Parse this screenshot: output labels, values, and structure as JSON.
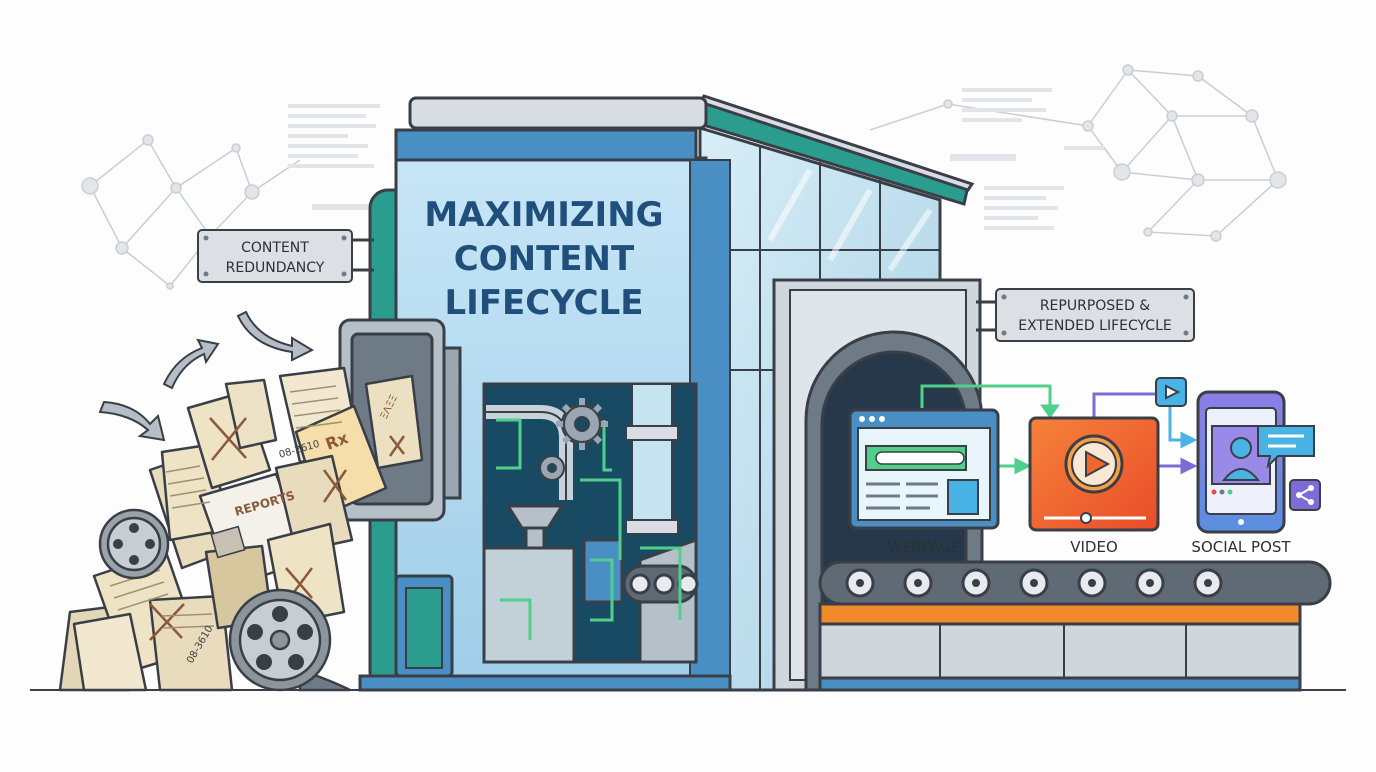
{
  "machine": {
    "title_lines": [
      "MAXIMIZING",
      "CONTENT",
      "LIFECYCLE"
    ]
  },
  "signs": {
    "input_lines": [
      "CONTENT",
      "REDUNDANCY"
    ],
    "output_lines": [
      "REPURPOSED &",
      "EXTENDED LIFECYCLE"
    ]
  },
  "outputs": {
    "webpage_label": "WEBPAGE",
    "video_label": "VIDEO",
    "social_label": "SOCIAL POST"
  },
  "documents": {
    "reports_label": "REPORTS",
    "rx_label": "Rx",
    "stamp_a": "08-2610",
    "stamp_b": "08-3610",
    "stamp_c": "ΞΛΞΞ"
  },
  "colors": {
    "outline": "#3a3f47",
    "machine_blue": "#b9def2",
    "machine_panel": "#4a8fc4",
    "teal": "#2a9d8f",
    "green_pipe": "#4fd08a",
    "video_orange": "#f0652c",
    "purple": "#7b6cd6",
    "sky_blue": "#4ab3e6",
    "belt_orange": "#f08a2a",
    "paper": "#efe3c6",
    "sign_grey": "#dcdfe3"
  },
  "icons": [
    "gear-icon",
    "play-icon",
    "share-icon",
    "chat-bubble-icon",
    "person-icon",
    "film-reel-icon",
    "arrow-icon"
  ]
}
